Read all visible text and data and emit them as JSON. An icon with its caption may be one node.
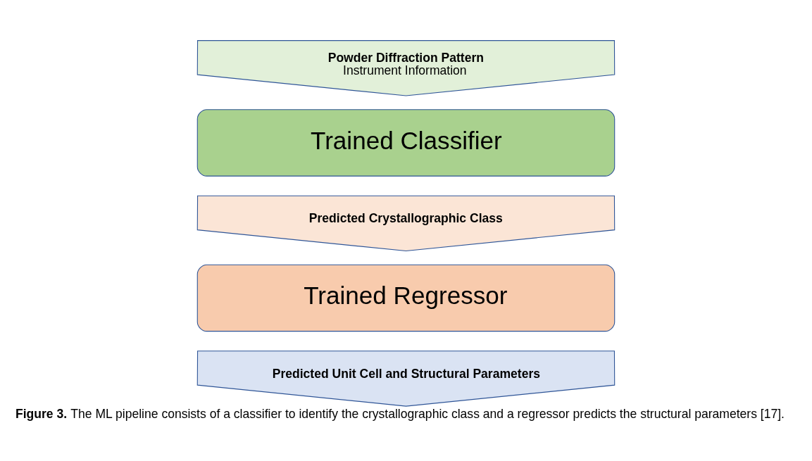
{
  "diagram": {
    "caption": "**Figure 3.** The ML pipeline consists of a classifier to identify the crystallographic class and a regressor predicts the structural parameters [17].",
    "nodes": [
      {
        "text": [
          "Powder Diffraction Pattern",
          "Instrument Information"
        ]
      },
      {
        "text": [
          "Trained Classifier"
        ]
      },
      {
        "text": [
          "Predicted Crystallographic Class"
        ]
      },
      {
        "text": [
          "Trained Regressor"
        ]
      },
      {
        "text": [
          "Predicted Unit Cell and Structural Parameters"
        ]
      }
    ]
  }
}
